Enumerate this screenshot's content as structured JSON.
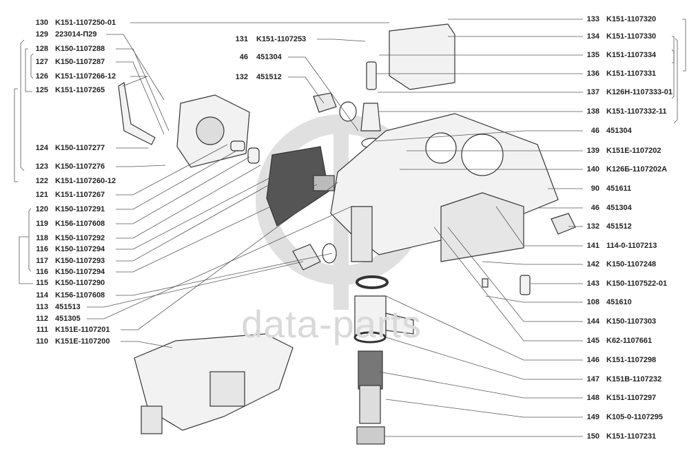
{
  "watermark": "data-parts",
  "colors": {
    "line": "#555555",
    "part_fill": "#f2f2f2",
    "part_stroke": "#333333",
    "watermark": "#d9d9d9"
  },
  "left_labels": [
    {
      "num": "130",
      "code": "K151-1107250-01"
    },
    {
      "num": "129",
      "code": "223014-П29"
    },
    {
      "num": "128",
      "code": "K150-1107288"
    },
    {
      "num": "127",
      "code": "K150-1107287"
    },
    {
      "num": "126",
      "code": "K151-1107266-12"
    },
    {
      "num": "125",
      "code": "K151-1107265"
    },
    {
      "num": "124",
      "code": "K150-1107277"
    },
    {
      "num": "123",
      "code": "K150-1107276"
    },
    {
      "num": "122",
      "code": "K151-1107260-12"
    },
    {
      "num": "121",
      "code": "K151-1107267"
    },
    {
      "num": "120",
      "code": "K150-1107291"
    },
    {
      "num": "119",
      "code": "K156-1107608"
    },
    {
      "num": "118",
      "code": "K150-1107292"
    },
    {
      "num": "116",
      "code": "K150-1107294"
    },
    {
      "num": "117",
      "code": "K150-1107293"
    },
    {
      "num": "116",
      "code": "K150-1107294"
    },
    {
      "num": "115",
      "code": "K150-1107290"
    },
    {
      "num": "114",
      "code": "K156-1107608"
    },
    {
      "num": "113",
      "code": "451513"
    },
    {
      "num": "112",
      "code": "451305"
    },
    {
      "num": "111",
      "code": "K151E-1107201"
    },
    {
      "num": "110",
      "code": "K151E-1107200"
    }
  ],
  "middle_labels": [
    {
      "num": "131",
      "code": "K151-1107253"
    },
    {
      "num": "46",
      "code": "451304"
    },
    {
      "num": "132",
      "code": "451512"
    }
  ],
  "right_labels": [
    {
      "num": "133",
      "code": "K151-1107320"
    },
    {
      "num": "134",
      "code": "K151-1107330"
    },
    {
      "num": "135",
      "code": "K151-1107334"
    },
    {
      "num": "136",
      "code": "K151-1107331"
    },
    {
      "num": "137",
      "code": "K126H-1107333-01"
    },
    {
      "num": "138",
      "code": "K151-1107332-11"
    },
    {
      "num": "46",
      "code": "451304"
    },
    {
      "num": "139",
      "code": "K151E-1107202"
    },
    {
      "num": "140",
      "code": "K126Б-1107202A"
    },
    {
      "num": "90",
      "code": "451611"
    },
    {
      "num": "46",
      "code": "451304"
    },
    {
      "num": "132",
      "code": "451512"
    },
    {
      "num": "141",
      "code": "114-0-1107213"
    },
    {
      "num": "142",
      "code": "K150-1107248"
    },
    {
      "num": "143",
      "code": "K150-1107522-01"
    },
    {
      "num": "108",
      "code": "451610"
    },
    {
      "num": "144",
      "code": "K150-1107303"
    },
    {
      "num": "145",
      "code": "K62-1107661"
    },
    {
      "num": "146",
      "code": "K151-1107298"
    },
    {
      "num": "147",
      "code": "K151B-1107232"
    },
    {
      "num": "148",
      "code": "K151-1107297"
    },
    {
      "num": "149",
      "code": "K105-0-1107295"
    },
    {
      "num": "150",
      "code": "K151-1107231"
    }
  ]
}
